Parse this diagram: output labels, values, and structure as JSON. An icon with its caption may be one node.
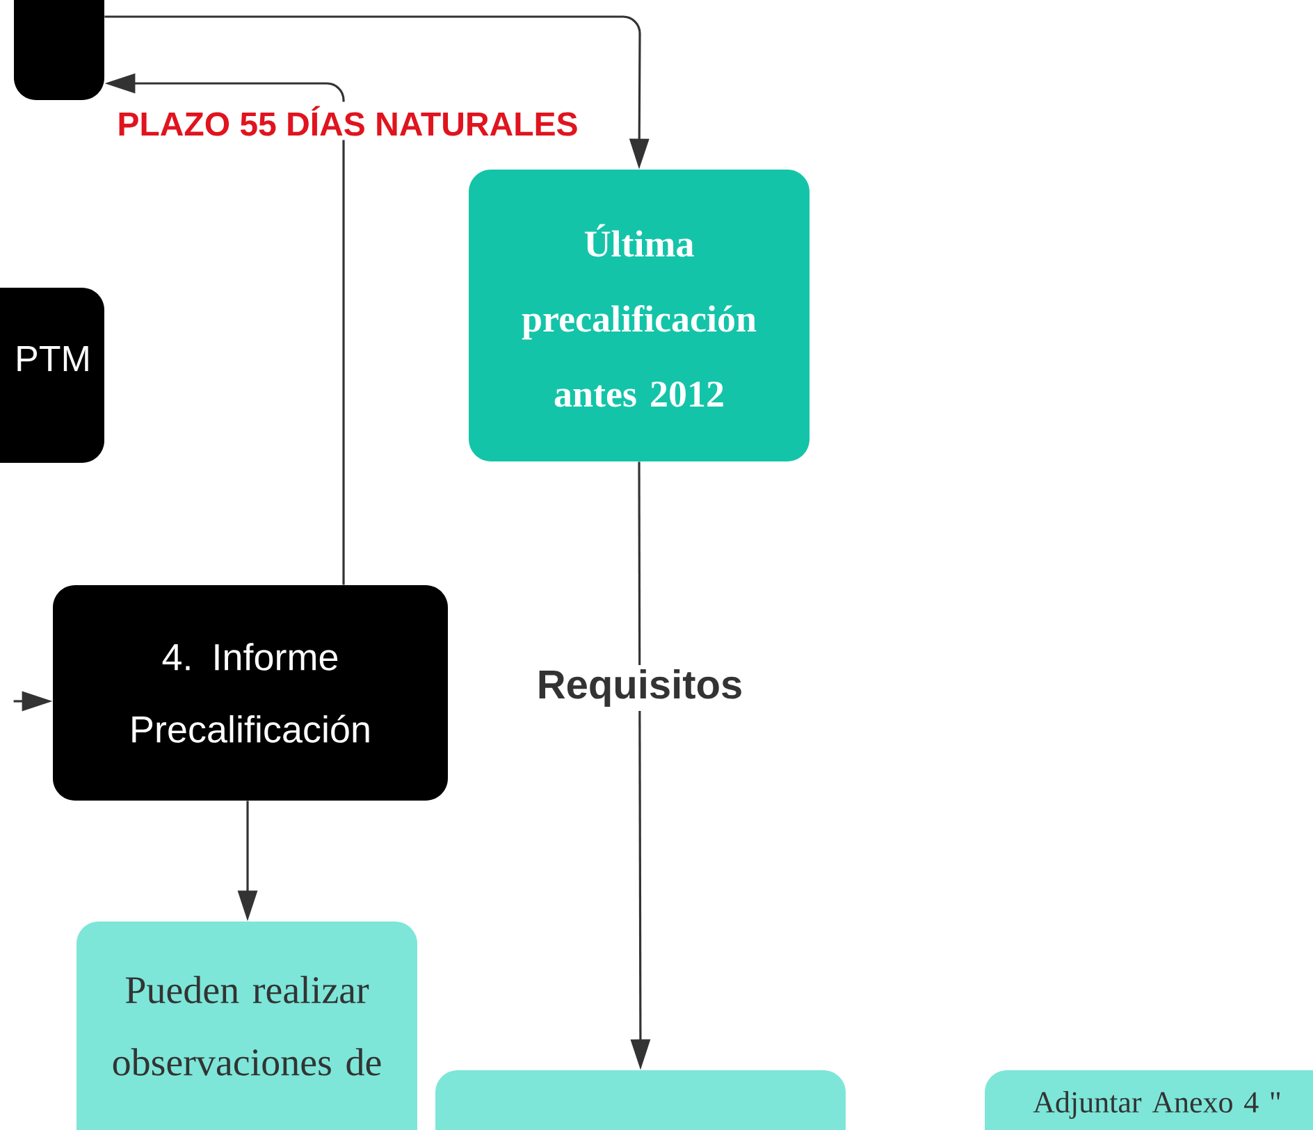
{
  "diagram": {
    "nodes": [
      {
        "text": [],
        "shape": "box"
      },
      {
        "text": [
          "PTM"
        ]
      },
      {
        "text": [
          "Última precalificación antes 2012"
        ]
      },
      {
        "text": [
          "4. Informe Precalificación"
        ]
      },
      {
        "text": [
          "Pueden realizar observaciones de"
        ]
      },
      {
        "text": [],
        "shape": "box"
      },
      {
        "text": [
          "Adjuntar Anexo 4 \""
        ]
      }
    ],
    "edges": [
      {
        "from": 0,
        "to": 2,
        "arrow": "to"
      },
      {
        "from": 3,
        "to": 0,
        "arrow": "to",
        "label": "PLAZO 55 DÍAS NATURALES"
      },
      {
        "from": 2,
        "to": 5,
        "arrow": "to",
        "label": "Requisitos"
      },
      {
        "from": null,
        "to": 3,
        "arrow": "to"
      },
      {
        "from": 3,
        "to": 4,
        "arrow": "to"
      }
    ]
  }
}
